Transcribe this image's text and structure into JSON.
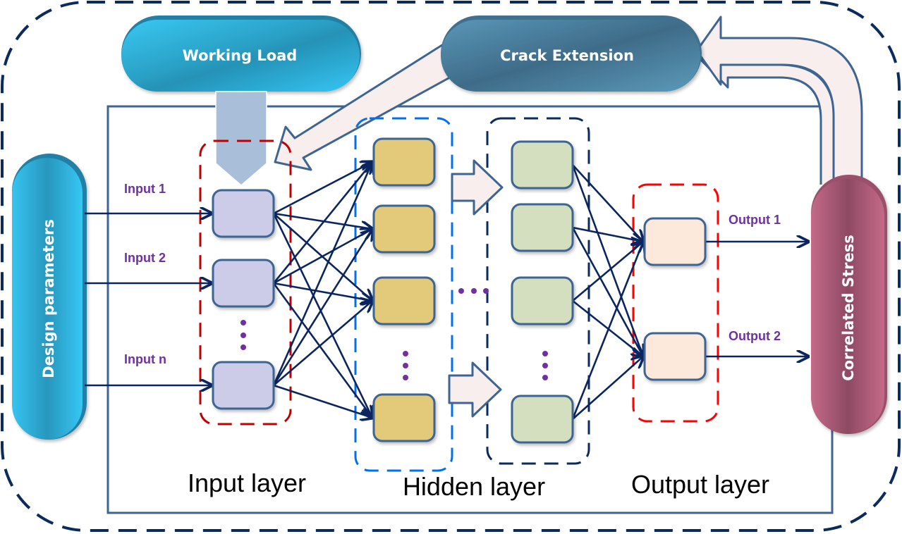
{
  "pills": {
    "working_load": "Working Load",
    "crack_extension": "Crack Extension",
    "design_parameters": "Design parameters",
    "correlated_stress": "Correlated Stress"
  },
  "inputs": [
    "Input 1",
    "Input 2",
    "Input n"
  ],
  "outputs": [
    "Output 1",
    "Output 2"
  ],
  "layers": {
    "input": "Input layer",
    "hidden": "Hidden layer",
    "output": "Output layer"
  },
  "colors": {
    "outer_border": "#0b2a5e",
    "frame": "#3e6591",
    "connection": "#0b2560",
    "input_node": "#cccce8",
    "hidden1_node": "#e3c97a",
    "hidden2_node": "#d3dfbf",
    "output_node": "#fde9db",
    "node_border": "#3e6591",
    "input_group": "#c00000",
    "hidden1_group": "#0070f0",
    "hidden2_group": "#0b2a5e",
    "output_group": "#ff0000",
    "label_purple": "#7030a0",
    "arrow_fill": "#f8eeee",
    "working_load_pill": "#2fb8e0",
    "crack_pill": "#4d82a3",
    "design_pill": "#2fb8e0",
    "stress_pill": "#b85a7c"
  }
}
